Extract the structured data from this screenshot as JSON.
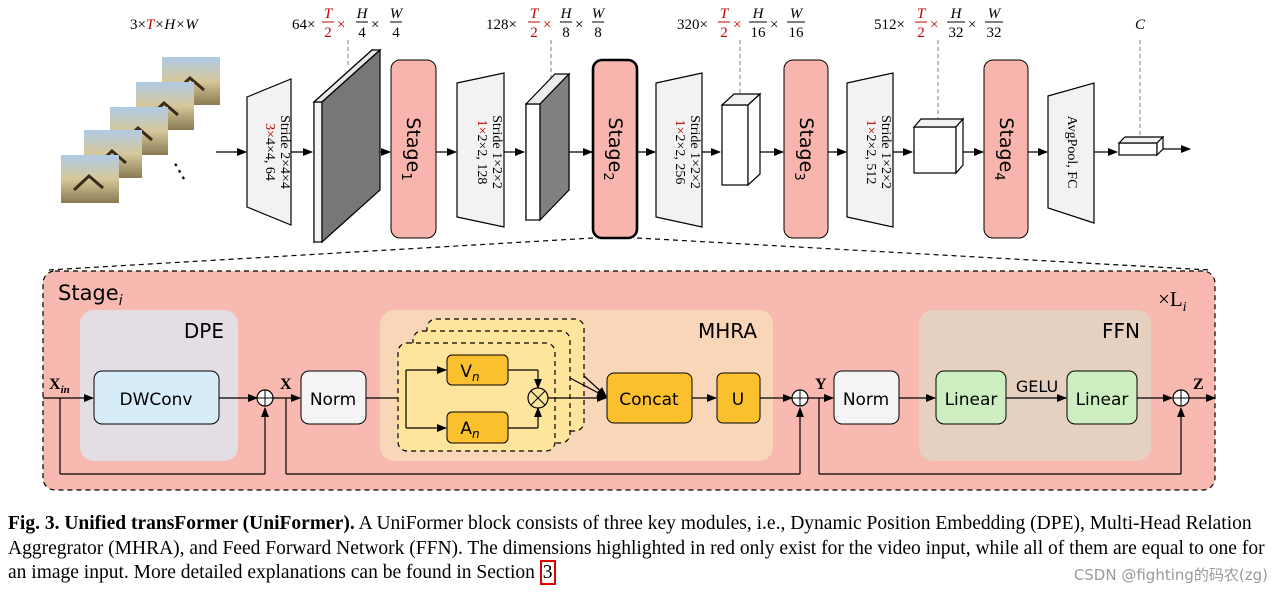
{
  "top_dims": {
    "input": {
      "a": "3×",
      "t": "T",
      "b": "×H×W"
    },
    "s1": {
      "prefix": "64×",
      "t": "T",
      "tden": "2",
      "h": "H",
      "hden": "4",
      "w": "W",
      "wden": "4"
    },
    "s2": {
      "prefix": "128×",
      "t": "T",
      "tden": "2",
      "h": "H",
      "hden": "8",
      "w": "W",
      "wden": "8"
    },
    "s3": {
      "prefix": "320×",
      "t": "T",
      "tden": "2",
      "h": "H",
      "hden": "16",
      "w": "W",
      "wden": "16"
    },
    "s4": {
      "prefix": "512×",
      "t": "T",
      "tden": "2",
      "h": "H",
      "hden": "32",
      "w": "W",
      "wden": "32"
    },
    "out": "C",
    "times": "×"
  },
  "ellipsis": "⋮",
  "convs": [
    {
      "red": "3×",
      "rest": "4×4, 64",
      "stride": "Stride 2×4×4"
    },
    {
      "red": "1×",
      "rest": "2×2, 128",
      "stride": "Stride 1×2×2"
    },
    {
      "red": "1×",
      "rest": "2×2, 256",
      "stride": "Stride 1×2×2"
    },
    {
      "red": "1×",
      "rest": "2×2, 512",
      "stride": "Stride 1×2×2"
    }
  ],
  "stages": [
    {
      "label": "Stage",
      "sub": "1"
    },
    {
      "label": "Stage",
      "sub": "2"
    },
    {
      "label": "Stage",
      "sub": "3"
    },
    {
      "label": "Stage",
      "sub": "4"
    }
  ],
  "head": "AvgPool, FC",
  "block": {
    "title": "Stage",
    "title_sub": "i",
    "repeat": "×L",
    "repeat_sub": "i",
    "dpe": "DPE",
    "mhra": "MHRA",
    "ffn": "FFN",
    "x_in": "X",
    "x_in_sub": "in",
    "x": "X",
    "y": "Y",
    "z": "Z",
    "dwconv": "DWConv",
    "norm": "Norm",
    "v": "V",
    "v_sub": "n",
    "a": "A",
    "a_sub": "n",
    "concat": "Concat",
    "u": "U",
    "linear": "Linear",
    "gelu": "GELU"
  },
  "caption": {
    "bold": "Fig. 3. Unified transFormer (UniFormer).",
    "text": " A UniFormer block consists of three key modules, i.e., Dynamic Position Embedding (DPE), Multi-Head Relation Aggregrator (MHRA), and Feed Forward Network (FFN). The dimensions highlighted in red only exist for the video input, while all of them are equal to one for an image input. More detailed explanations can be found in Section ",
    "ref": "3"
  },
  "watermark": "CSDN @fighting的码农(zg)",
  "colors": {
    "red": "#c00000",
    "stage_fill": "#f8b5ae",
    "block_fill": "#f8b9b0",
    "dpe_fill": "#e3dde4",
    "mhra_fill": "#fad6b8",
    "ffn_fill": "#e6d0bf",
    "attn_fill": "#ffe49b",
    "concat_fill": "#fbc02d",
    "dwconv_fill": "#d7ecf9",
    "linear_fill": "#cdeec0"
  }
}
